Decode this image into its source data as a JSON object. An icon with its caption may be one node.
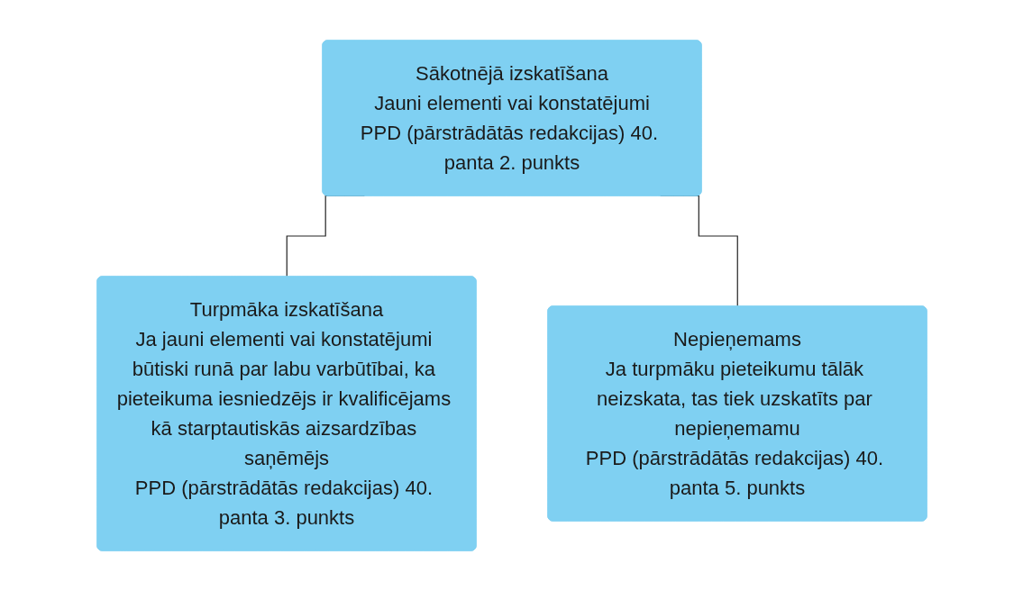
{
  "diagram": {
    "nodes": [
      {
        "text": [
          "Sākotnējā izskatīšana",
          "Jauni elementi vai konstatējumi",
          "PPD (pārstrādātās redakcijas) 40. panta 2. punkts"
        ]
      },
      {
        "text": [
          "Turpmāka izskatīšana",
          "Ja jauni elementi vai konstatējumi būtiski runā par labu varbūtībai, ka pieteikuma iesniedzējs ir kvalificējams kā starptautiskās aizsardzības saņēmējs",
          "PPD (pārstrādātās redakcijas) 40. panta 3. punkts"
        ]
      },
      {
        "text": [
          "Nepieņemams",
          "Ja turpmāku pieteikumu tālāk neizskata, tas tiek uzskatīts par nepieņemamu",
          "PPD (pārstrādātās redakcijas) 40. panta 5. punkts"
        ]
      }
    ],
    "edges": [
      {
        "from": 0,
        "to": 1,
        "arrow": "none"
      },
      {
        "from": 0,
        "to": 2,
        "arrow": "none"
      }
    ]
  }
}
